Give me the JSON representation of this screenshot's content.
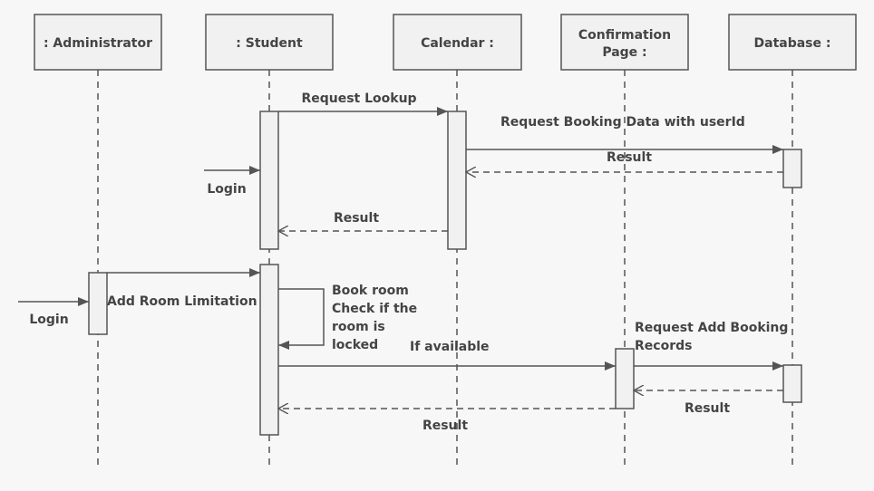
{
  "participants": [
    {
      "id": "admin",
      "lines": [
        ": Administrator"
      ]
    },
    {
      "id": "student",
      "lines": [
        ": Student"
      ]
    },
    {
      "id": "calendar",
      "lines": [
        "Calendar :"
      ]
    },
    {
      "id": "confirm",
      "lines": [
        "Confirmation",
        "Page :"
      ]
    },
    {
      "id": "database",
      "lines": [
        "Database :"
      ]
    }
  ],
  "messages": [
    {
      "id": "request-lookup",
      "kind": "sync",
      "lines": [
        "Request Lookup"
      ]
    },
    {
      "id": "request-booking-data",
      "kind": "sync",
      "lines": [
        "Request Booking Data with userId"
      ]
    },
    {
      "id": "result-db-to-calendar",
      "kind": "return",
      "lines": [
        "Result"
      ]
    },
    {
      "id": "result-calendar-to-student",
      "kind": "return",
      "lines": [
        "Result"
      ]
    },
    {
      "id": "admin-to-student",
      "kind": "sync",
      "lines": [
        "Add Room Limitation"
      ]
    },
    {
      "id": "book-room-self",
      "kind": "self",
      "lines": [
        "Book room",
        "Check if the",
        "room is",
        "locked"
      ]
    },
    {
      "id": "if-available",
      "kind": "sync",
      "lines": [
        "If available"
      ]
    },
    {
      "id": "request-add-booking",
      "kind": "sync",
      "lines": [
        "Request Add Booking",
        "Records"
      ]
    },
    {
      "id": "result-db-to-confirm",
      "kind": "return",
      "lines": [
        "Result"
      ]
    },
    {
      "id": "result-confirm-to-student",
      "kind": "return",
      "lines": [
        "Result"
      ]
    }
  ],
  "found_messages": [
    {
      "id": "login-student",
      "lines": [
        "Login"
      ]
    },
    {
      "id": "login-admin",
      "lines": [
        "Login"
      ]
    }
  ],
  "colors": {
    "background": "#f7f7f7",
    "box_fill": "#f1f1f1",
    "line": "#555555",
    "text": "#444444"
  }
}
